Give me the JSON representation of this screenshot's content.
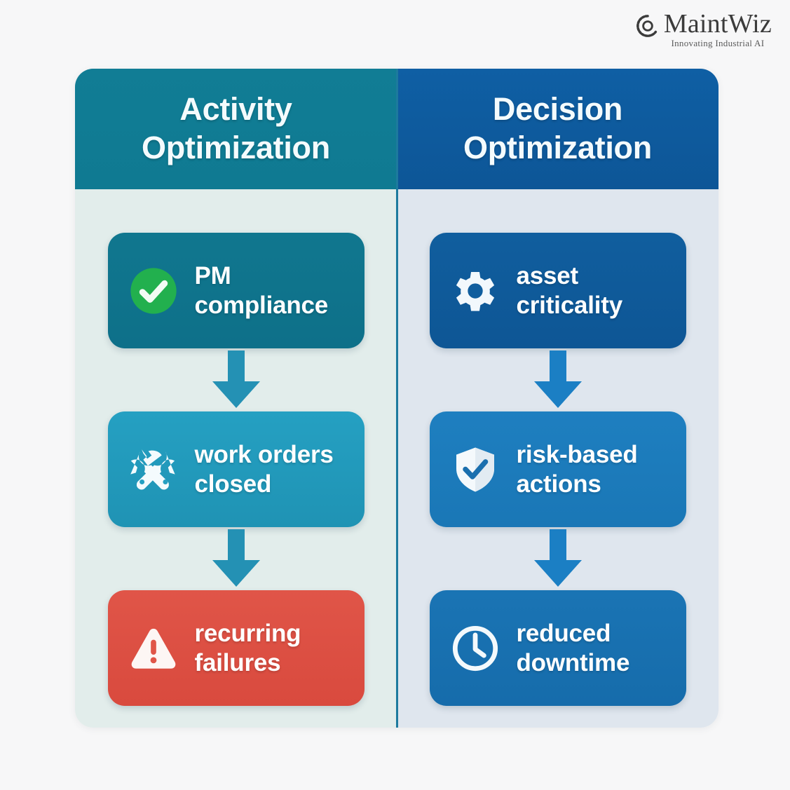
{
  "brand": {
    "name": "MaintWiz",
    "tagline": "Innovating Industrial AI",
    "logo_icon": "gear-icon"
  },
  "colors": {
    "page_background": "#f7f7f8",
    "left_panel_background": "#e2edeb",
    "right_panel_background": "#dfe6ee",
    "left_header": "#117d95",
    "right_header": "#0f5fa4",
    "divider": "#1d7a9e",
    "left_arrow": "#2491b4",
    "right_arrow": "#1b7fc4",
    "success_green": "#22b04e",
    "alert_red": "#dd4f43"
  },
  "columns": [
    {
      "id": "activity-optimization",
      "title": "Activity\nOptimization",
      "title_line1": "Activity",
      "title_line2": "Optimization",
      "arrow_color": "#2491b4",
      "cards": [
        {
          "label_line1": "PM",
          "label_line2": "compliance",
          "icon": "check-circle-icon",
          "color": "#10778f"
        },
        {
          "label_line1": "work orders",
          "label_line2": "closed",
          "icon": "wrench-tools-icon",
          "color": "#25a0c2"
        },
        {
          "label_line1": "recurring",
          "label_line2": "failures",
          "icon": "warning-triangle-icon",
          "color": "#e05548"
        }
      ]
    },
    {
      "id": "decision-optimization",
      "title": "Decision\nOptimization",
      "title_line1": "Decision",
      "title_line2": "Optimization",
      "arrow_color": "#1b7fc4",
      "cards": [
        {
          "label_line1": "asset",
          "label_line2": "criticality",
          "icon": "gear-icon",
          "color": "#105e9e"
        },
        {
          "label_line1": "risk-based",
          "label_line2": "actions",
          "icon": "shield-check-icon",
          "color": "#1e7fc0"
        },
        {
          "label_line1": "reduced",
          "label_line2": "downtime",
          "icon": "clock-icon",
          "color": "#1a74b4"
        }
      ]
    }
  ]
}
